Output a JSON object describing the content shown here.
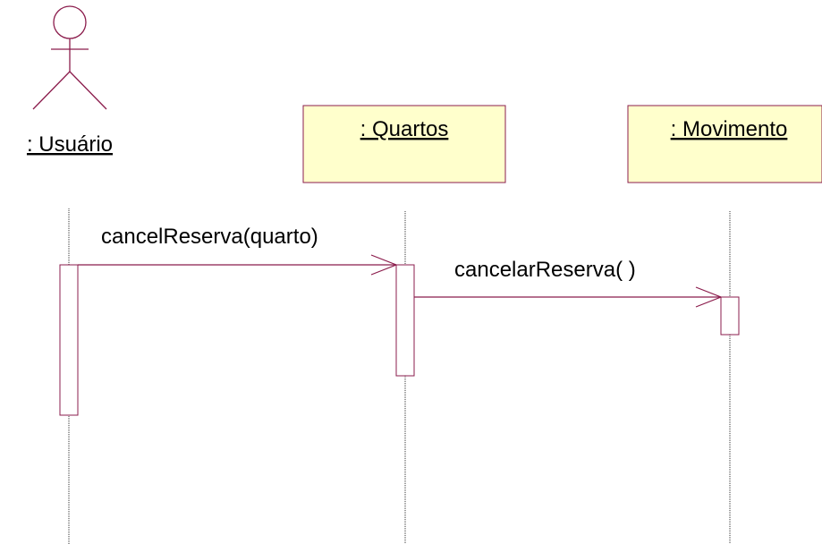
{
  "actors": [
    {
      "label": ": Usuário"
    }
  ],
  "objects": [
    {
      "label": ": Quartos"
    },
    {
      "label": ": Movimento"
    }
  ],
  "messages": [
    {
      "label": "cancelReserva(quarto)"
    },
    {
      "label": "cancelarReserva( )"
    }
  ],
  "colors": {
    "line": "#8b1c4c",
    "box_fill": "#ffffcc",
    "lifeline": "#333333",
    "text": "#000000"
  }
}
